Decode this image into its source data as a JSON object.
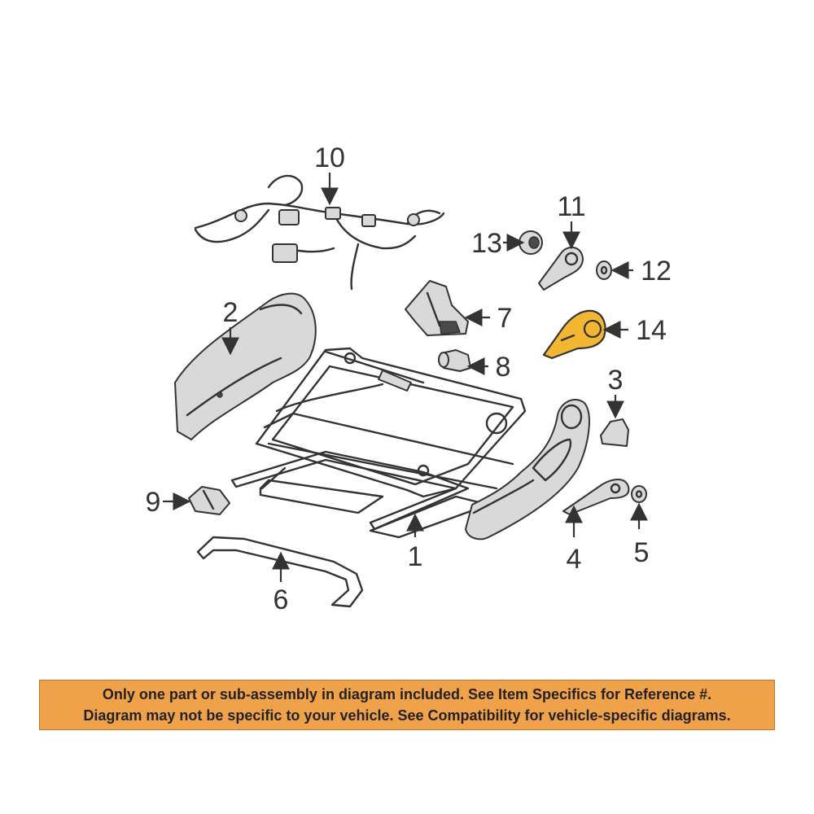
{
  "callouts": {
    "c1": "1",
    "c2": "2",
    "c3": "3",
    "c4": "4",
    "c5": "5",
    "c6": "6",
    "c7": "7",
    "c8": "8",
    "c9": "9",
    "c10": "10",
    "c11": "11",
    "c12": "12",
    "c13": "13",
    "c14": "14"
  },
  "highlight_color": "#f2b632",
  "notice": {
    "line1": "Only one part or sub-assembly in diagram included. See Item Specifics for Reference #.",
    "line2": "Diagram may not be specific to your vehicle. See Compatibility for vehicle-specific diagrams."
  }
}
